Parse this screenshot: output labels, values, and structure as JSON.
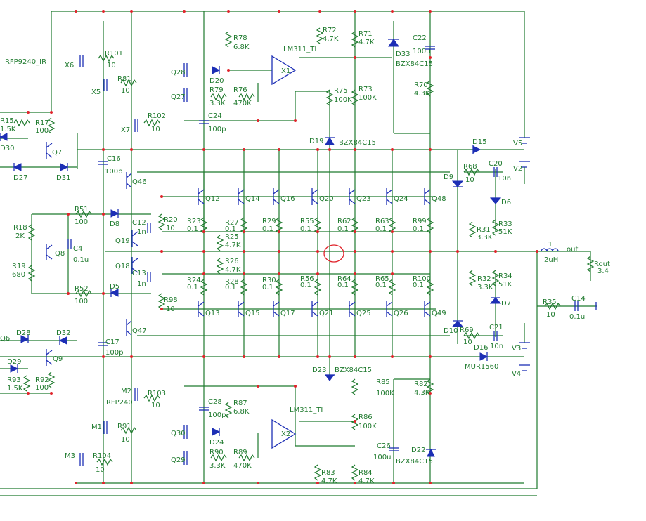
{
  "parts": {
    "R78": "R78",
    "R78v": "6.8K",
    "R72": "R72",
    "R72v": "4.7K",
    "R71": "R71",
    "R71v": "4.7K",
    "C22": "C22",
    "C22v": "100u",
    "D33": "D33",
    "D33v": "BZX84C15",
    "U1": "LM311_TI",
    "X1": "X1",
    "R70": "R70",
    "R70v": "4.3K",
    "R75": "R75",
    "R75v": "100K",
    "R73": "R73",
    "R73v": "100K",
    "R79": "R79",
    "R79v": "3.3K",
    "R76": "R76",
    "R76v": "470K",
    "D20": "D20",
    "C24": "C24",
    "C24v": "100p",
    "Q28": "Q28",
    "Q27": "Q27",
    "IRFP9240": "IRFP9240_IR",
    "X6": "X6",
    "R101": "R101",
    "R101v": "10",
    "X5": "X5",
    "R81": "R81",
    "R81v": "10",
    "X7": "X7",
    "R102": "R102",
    "R102v": "10",
    "R15": "R15",
    "R15v": "1.5K",
    "R17": "R17",
    "R17v": "100",
    "D30": "D30",
    "Q7": "Q7",
    "D27": "D27",
    "D31": "D31",
    "C16": "C16",
    "C16v": "100p",
    "Q46": "Q46",
    "D19": "D19",
    "D19v": "BZX84C15",
    "D15": "D15",
    "V5": "V5",
    "V2": "V2",
    "C20": "C20",
    "C20v": "10n",
    "D9": "D9",
    "R68": "R68",
    "R68v": "10",
    "D6": "D6",
    "R33": "R33",
    "R33v": "51K",
    "R31": "R31",
    "R31v": "3.3K",
    "R18": "R18",
    "R18v": "2K",
    "R51": "R51",
    "R51v": "100",
    "D8": "D8",
    "C12": "C12",
    "C12v": "1n",
    "Q8": "Q8",
    "C4": "C4",
    "C4v": "0.1u",
    "R19": "R19",
    "R19v": "680",
    "R52": "R52",
    "R52v": "100",
    "D5": "D5",
    "Q19": "Q19",
    "Q18": "Q18",
    "C13": "C13",
    "C13v": "1n",
    "R20": "R20",
    "R20v": "10",
    "R98": "R98",
    "R98v": "10",
    "Q12": "Q12",
    "Q14": "Q14",
    "Q16": "Q16",
    "Q20": "Q20",
    "Q23": "Q23",
    "Q24": "Q24",
    "Q48": "Q48",
    "R23": "R23",
    "R27": "R27",
    "R29": "R29",
    "R55": "R55",
    "R62": "R62",
    "R63": "R63",
    "R99": "R99",
    "p01": "0.1",
    "R25": "R25",
    "R25v": "4.7K",
    "R26": "R26",
    "R26v": "4.7K",
    "R24": "R24",
    "R28": "R28",
    "R30": "R30",
    "R56": "R56",
    "R64": "R64",
    "R65": "R65",
    "R100": "R100",
    "Q13": "Q13",
    "Q15": "Q15",
    "Q17": "Q17",
    "Q21": "Q21",
    "Q25": "Q25",
    "Q26": "Q26",
    "Q49": "Q49",
    "L1": "L1",
    "L1v": "2uH",
    "out": "out",
    "Rout": "Rout",
    "Routv": "3.4",
    "R34": "R34",
    "R34v": "51K",
    "R32": "R32",
    "R32v": "3.3K",
    "D7": "D7",
    "R35": "R35",
    "R35v": "10",
    "C14": "C14",
    "C14v": "0.1u",
    "D10": "D10",
    "R69": "R69",
    "R69v": "10",
    "C21": "C21",
    "C21v": "10n",
    "D16": "D16",
    "D16v": "MUR1560",
    "V3": "V3",
    "V4": "V4",
    "Q47": "Q47",
    "C17": "C17",
    "C17v": "100p",
    "D28": "D28",
    "D32": "D32",
    "Q6": "Q6",
    "Q9": "Q9",
    "D29": "D29",
    "R93": "R93",
    "R93v": "1.5K",
    "R92": "R92",
    "R92v": "100",
    "D23": "D23",
    "D23v": "BZX84C15",
    "R85": "R85",
    "R85v": "100K",
    "R82": "R82",
    "R82v": "4.3K",
    "M2": "M2",
    "IRFP240": "IRFP240",
    "R103": "R103",
    "R103v": "10",
    "C28": "C28",
    "C28v": "100p",
    "R87": "R87",
    "R87v": "6.8K",
    "U2": "LM311_TI",
    "X2": "X2",
    "R86": "R86",
    "R86v": "100K",
    "M1": "M1",
    "R91": "R91",
    "R91v": "10",
    "Q30": "Q30",
    "D24": "D24",
    "C26": "C26",
    "C26v": "100u",
    "D22": "D22",
    "D22v": "BZX84C15",
    "M3": "M3",
    "R104": "R104",
    "R104v": "10",
    "Q29": "Q29",
    "R90": "R90",
    "R90v": "3.3K",
    "R89": "R89",
    "R89v": "470K",
    "R83": "R83",
    "R83v": "4.7K",
    "R84": "R84",
    "R84v": "4.7K"
  },
  "colors": {
    "wire": "#1f7a2e",
    "symbol": "#1d2fb5",
    "junction": "#e0242b",
    "background": "#ffffff"
  },
  "annotation": "red-circle-marker"
}
